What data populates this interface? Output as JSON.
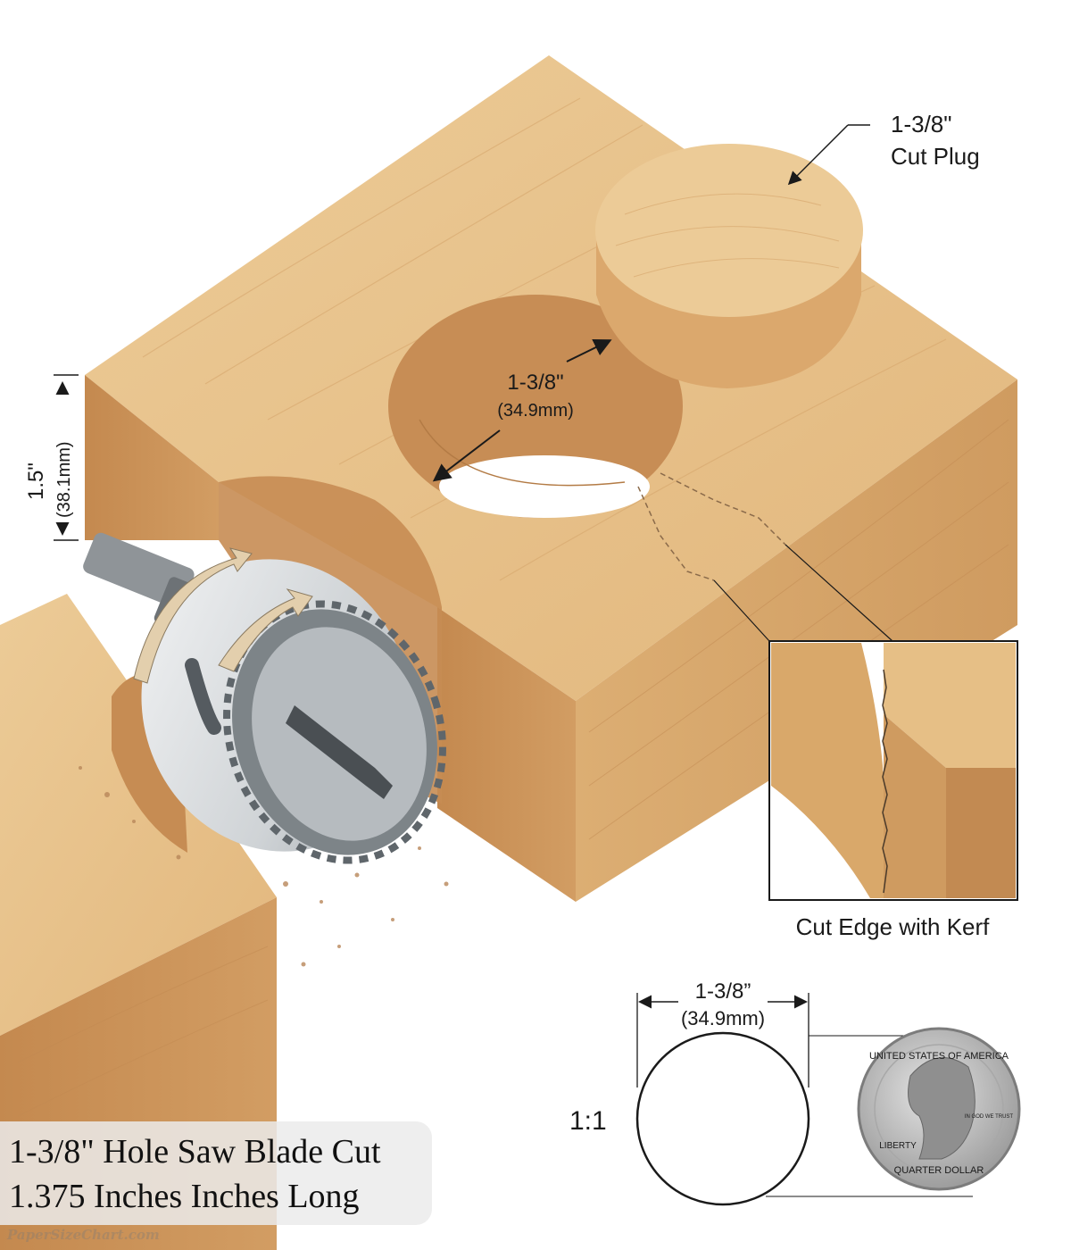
{
  "labels": {
    "plug_size": "1-3/8\"",
    "plug_name": "Cut Plug",
    "hole_size": "1-3/8\"",
    "hole_mm": "(34.9mm)",
    "thickness_in": "1.5\"",
    "thickness_mm": "(38.1mm)",
    "kerf_caption": "Cut Edge with Kerf",
    "scale_size": "1-3/8”",
    "scale_mm": "(34.9mm)",
    "scale_ratio": "1:1"
  },
  "coin": {
    "top_text": "UNITED STATES OF AMERICA",
    "bottom_text": "QUARTER DOLLAR",
    "liberty": "LIBERTY",
    "motto": "IN GOD WE TRUST"
  },
  "caption": {
    "line1": "1-3/8\" Hole Saw Blade Cut",
    "line2": "1.375 Inches Inches Long"
  },
  "watermark": "PaperSizeChart.com",
  "colors": {
    "wood_top": "#e9c690",
    "wood_front": "#d9a86a",
    "wood_side": "#c8915a",
    "wood_hole": "#c99058",
    "metal": "#dcdfe2",
    "coin": "#c9c9c9"
  }
}
